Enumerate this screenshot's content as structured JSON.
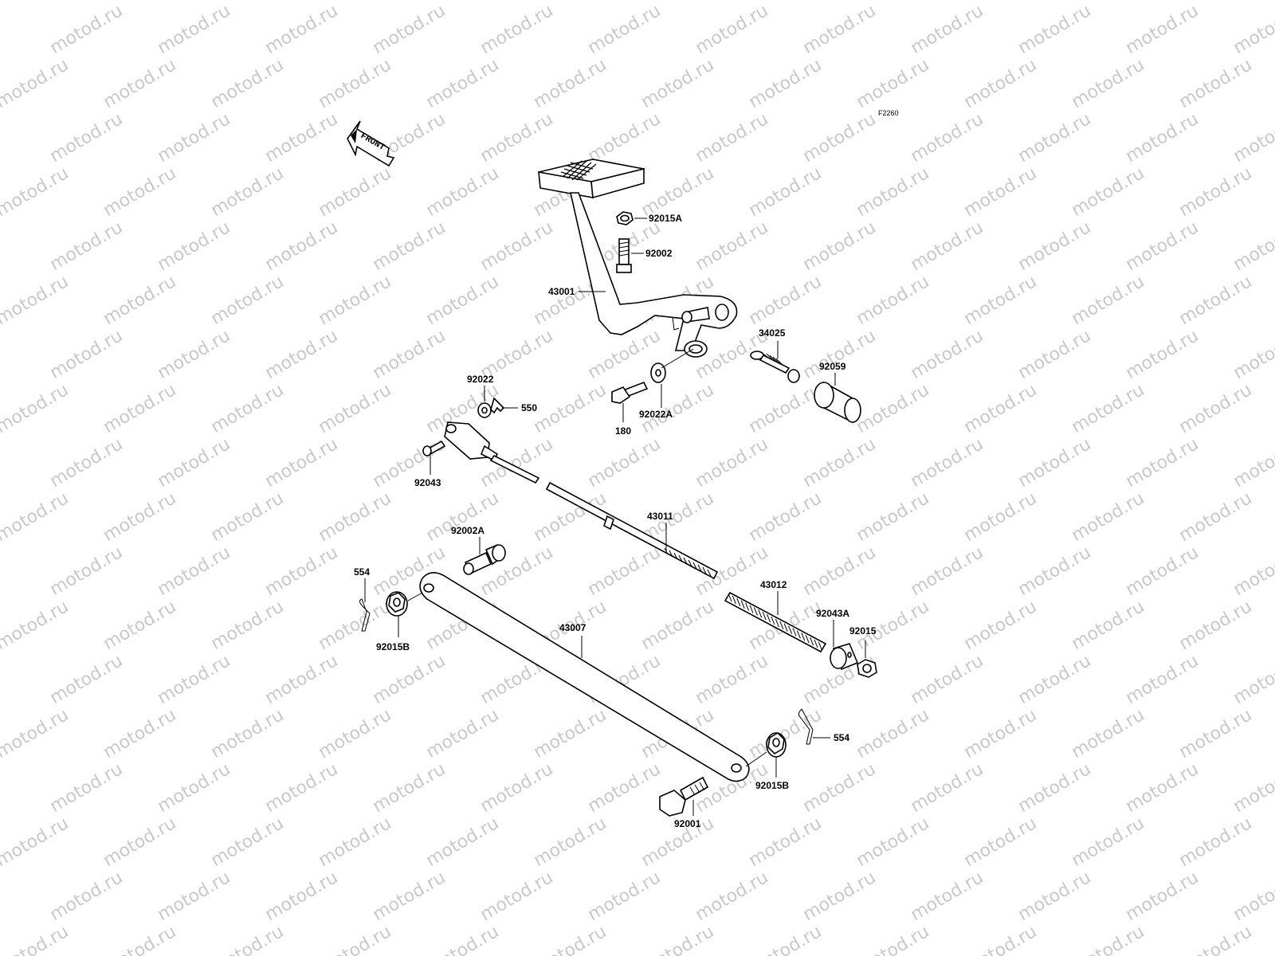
{
  "watermark": "motod.ru",
  "diagram_code": "F2260",
  "front_marker": "FRONT",
  "callouts": {
    "p92015A": "92015A",
    "p92002": "92002",
    "p43001": "43001",
    "p34025": "34025",
    "p92059": "92059",
    "p92022": "92022",
    "p550": "550",
    "p180": "180",
    "p92022A": "92022A",
    "p92043": "92043",
    "p43011": "43011",
    "p92002A": "92002A",
    "p554_left": "554",
    "p92015B_left": "92015B",
    "p43012": "43012",
    "p92043A": "92043A",
    "p92015": "92015",
    "p43007": "43007",
    "p554_right": "554",
    "p92015B_right": "92015B",
    "p92001": "92001"
  }
}
